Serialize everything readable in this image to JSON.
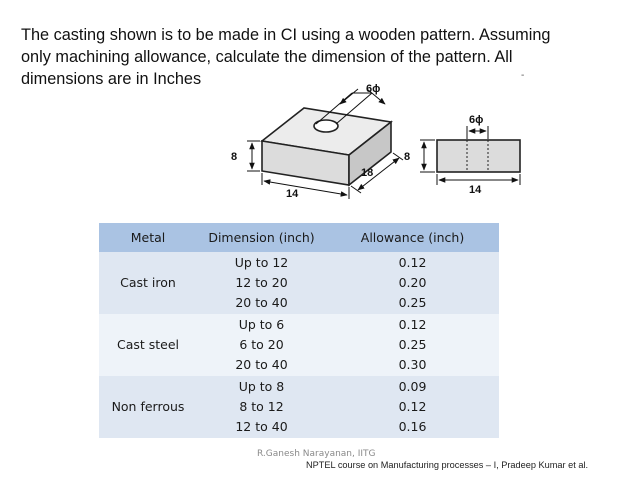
{
  "question": {
    "line1": "The casting shown is to be made in CI using a wooden pattern. Assuming",
    "line2": "only machining allowance, calculate the dimension of the pattern. All",
    "line3": "dimensions are in Inches"
  },
  "decor": {
    "dash": "-"
  },
  "drawing": {
    "iso": {
      "hole_label": "6ϕ",
      "height_label": "8",
      "length_label": "14",
      "width_label": "18"
    },
    "front": {
      "hole_label": "6ϕ",
      "height_label": "8",
      "length_label": "14"
    }
  },
  "table": {
    "headers": [
      "Metal",
      "Dimension (inch)",
      "Allowance (inch)"
    ],
    "rows": [
      {
        "metal": "Cast iron",
        "dimensions": [
          "Up to 12",
          "12 to 20",
          "20 to 40"
        ],
        "allowances": [
          "0.12",
          "0.20",
          "0.25"
        ]
      },
      {
        "metal": "Cast steel",
        "dimensions": [
          "Up to 6",
          "6 to 20",
          "20 to 40"
        ],
        "allowances": [
          "0.12",
          "0.25",
          "0.30"
        ]
      },
      {
        "metal": "Non ferrous",
        "dimensions": [
          "Up to 8",
          "8 to 12",
          "12 to 40"
        ],
        "allowances": [
          "0.09",
          "0.12",
          "0.16"
        ]
      }
    ]
  },
  "footer": {
    "credit": "R.Ganesh Narayanan, IITG",
    "source": "NPTEL course on Manufacturing processes – I, Pradeep Kumar et al."
  }
}
